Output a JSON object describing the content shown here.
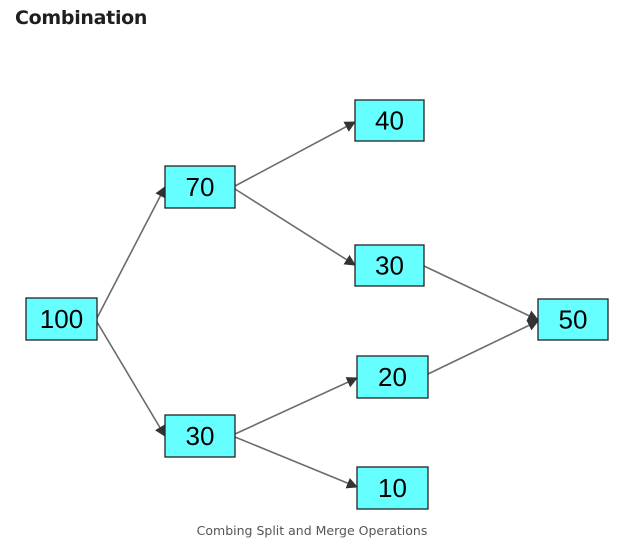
{
  "page": {
    "title": "Combination",
    "caption": "Combing Split and Merge Operations"
  },
  "diagram": {
    "node_fill": "#66ffff",
    "edge_color": "#6b6b6b",
    "nodes": [
      {
        "id": "n100",
        "label": "100"
      },
      {
        "id": "n70",
        "label": "70"
      },
      {
        "id": "n30a",
        "label": "30"
      },
      {
        "id": "n40",
        "label": "40"
      },
      {
        "id": "n30b",
        "label": "30"
      },
      {
        "id": "n20",
        "label": "20"
      },
      {
        "id": "n10",
        "label": "10"
      },
      {
        "id": "n50",
        "label": "50"
      }
    ],
    "edges": [
      {
        "from": "n100",
        "to": "n70"
      },
      {
        "from": "n100",
        "to": "n30a"
      },
      {
        "from": "n70",
        "to": "n40"
      },
      {
        "from": "n70",
        "to": "n30b"
      },
      {
        "from": "n30a",
        "to": "n20"
      },
      {
        "from": "n30a",
        "to": "n10"
      },
      {
        "from": "n30b",
        "to": "n50"
      },
      {
        "from": "n20",
        "to": "n50"
      }
    ]
  }
}
